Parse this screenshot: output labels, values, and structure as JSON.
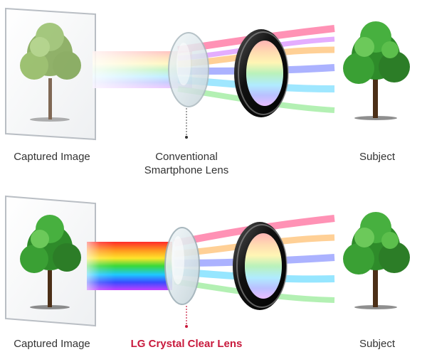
{
  "diagrams": [
    {
      "captured_label": "Captured Image",
      "lens_label_line1": "Conventional",
      "lens_label_line2": "Smartphone Lens",
      "subject_label": "Subject",
      "lens_label_color": "#333333"
    },
    {
      "captured_label": "Captured Image",
      "lens_label_line1": "LG Crystal Clear Lens",
      "subject_label": "Subject",
      "lens_label_color": "#c8193c"
    }
  ],
  "icons": {
    "tree": "tree-icon",
    "lens": "lens-icon",
    "camera_ring": "camera-ring-icon"
  }
}
